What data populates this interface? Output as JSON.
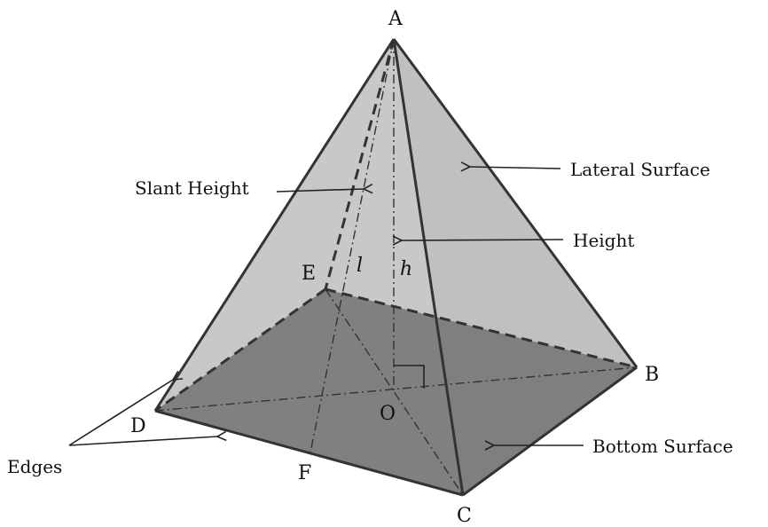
{
  "diagram": {
    "vertices": {
      "A": "A",
      "B": "B",
      "C": "C",
      "D": "D",
      "E": "E",
      "F": "F",
      "O": "O"
    },
    "symbols": {
      "slant": "l",
      "height": "h"
    },
    "labels": {
      "lateral_surface": "Lateral Surface",
      "slant_height": "Slant Height",
      "height": "Height",
      "bottom_surface": "Bottom Surface",
      "edges": "Edges"
    },
    "colors": {
      "lateral_face": "#c8c8c8",
      "base_face": "#7a7a7a",
      "line": "#333333"
    }
  }
}
